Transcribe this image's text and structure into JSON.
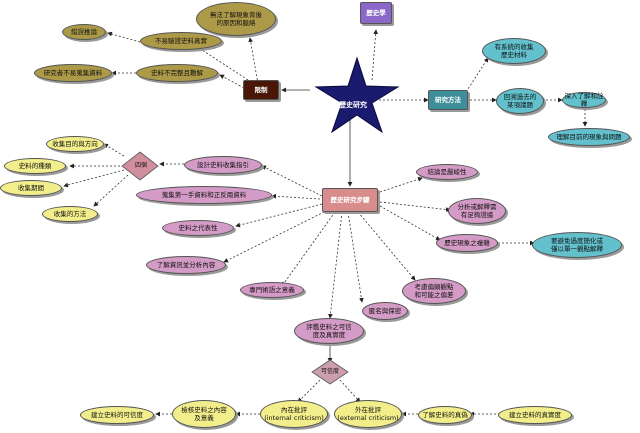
{
  "center": {
    "label": "歷史研究"
  },
  "hubs": {
    "limits": "限制",
    "methods": "研究方法",
    "history_of": "歷史學",
    "process": "歷史研究步驟",
    "cases": "四個",
    "credibility": "可信度"
  },
  "limit_items": [
    "無法了解現象背後\n的原因和脈絡",
    "不易驗證史料真實",
    "錯誤推論",
    "研究者不易蒐集資料",
    "史料不完整且難解"
  ],
  "method_items": [
    "有系統的收集\n歷史材料",
    "回溯過去的\n某項議題",
    "深入了解和詮釋",
    "理解目前的現象與問題"
  ],
  "collect_items": [
    "收集目的與方向",
    "史料的種類",
    "收集期間",
    "收集的方法"
  ],
  "step_items": [
    "設計史料收集指引",
    "蒐集第一手資料和正反兩資料",
    "史料之代表性",
    "了解資訊並分析內容",
    "專門術語之意義",
    "匿名與保密",
    "考慮偏頗觀點\n和可能之偏差",
    "評鑑史料之可信\n度及真實度",
    "結論是嚴峻性",
    "分析或解釋需\n有足夠證據",
    "歷史現象之複雜",
    "要避免過度簡化或\n僅以單一觀點解釋"
  ],
  "cred_items": [
    "建立史料的可信度",
    "檢核史料之內容\n及意義",
    "內在批評\n(internal criticism)",
    "外在批評\n(external criticism)",
    "了解史料的真偽",
    "建立史料的真實度"
  ]
}
